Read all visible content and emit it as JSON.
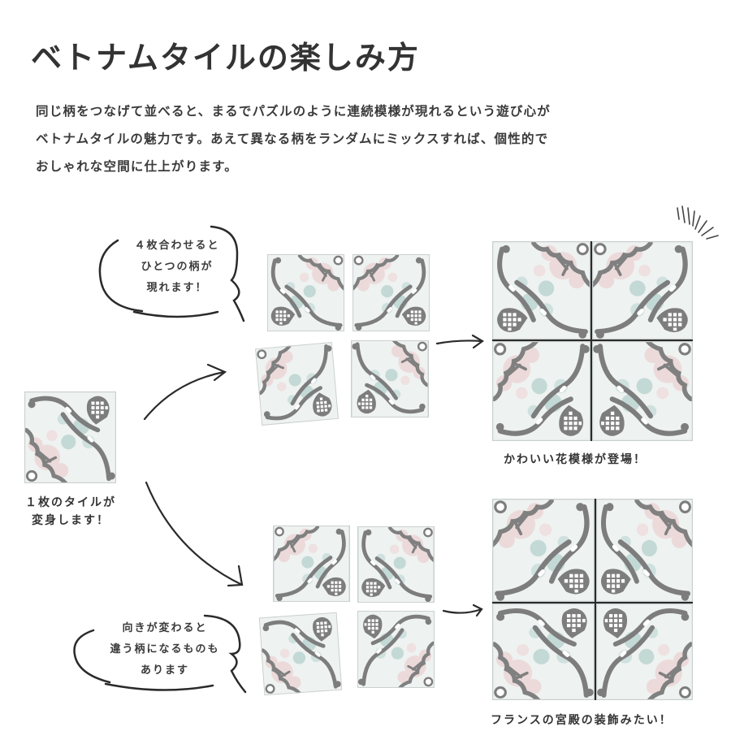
{
  "page": {
    "title": "ベトナムタイルの楽しみ方",
    "intro_lines": [
      "同じ柄をつなげて並べると、まるでパズルのように連続模様が現れるという遊び心が",
      "ベトナムタイルの魅力です。あえて異なる柄をランダムにミックスすれば、個性的で",
      "おしゃれな空間に仕上がります。"
    ]
  },
  "single_tile": {
    "caption_lines": [
      "１枚のタイルが",
      "変身します！"
    ]
  },
  "upper_flow": {
    "bubble_lines": [
      "４枚合わせると",
      "ひとつの柄が",
      "現れます！"
    ],
    "result_caption": "かわいい花模様が登場！"
  },
  "lower_flow": {
    "bubble_lines": [
      "向きが変わると",
      "違う柄になるものも",
      "あります"
    ],
    "result_caption": "フランスの宮殿の装飾みたい！"
  },
  "colors": {
    "text": "#333333",
    "tile_bg": "#eef2f1",
    "tile_gray": "#7d7d7d",
    "tile_mint": "#b9d3cf",
    "tile_pink": "#ead4d6",
    "grout": "#2a2a2a"
  }
}
